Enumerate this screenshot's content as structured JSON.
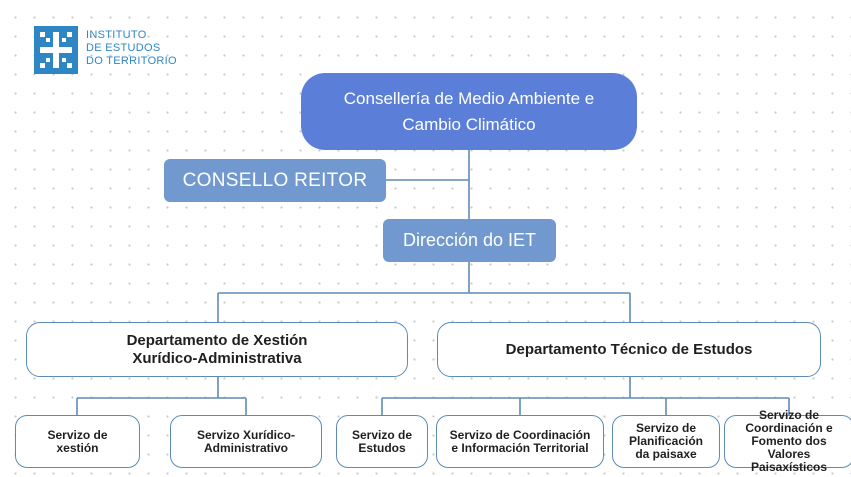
{
  "logo": {
    "lines": [
      "INSTITUTO",
      "DE ESTUDOS",
      "DO TERRITORIO"
    ],
    "icon": "xunta-shield-icon"
  },
  "org": {
    "consellaria": "Consellería de Medio Ambiente e\nCambio Climático",
    "consello_reitor": "CONSELLO REITOR",
    "direccion": "Dirección do IET",
    "departments": [
      {
        "name": "Departamento de Xestión\nXurídico-Administrativa",
        "services": [
          "Servizo de\nxestión",
          "Servizo Xurídico-\nAdministrativo"
        ]
      },
      {
        "name": "Departamento Técnico de Estudos",
        "services": [
          "Servizo de\nEstudos",
          "Servizo de Coordinación\ne Información Territorial",
          "Servizo de\nPlanificación\nda paisaxe",
          "Servizo de\nCoordinación e\nFomento dos Valores\nPaisaxísticos"
        ]
      }
    ]
  },
  "colors": {
    "consellaria_fill": "#5b7fd9",
    "box_fill": "#7299cf",
    "outline": "#5d8bb7",
    "logo_blue": "#2e86c5"
  }
}
